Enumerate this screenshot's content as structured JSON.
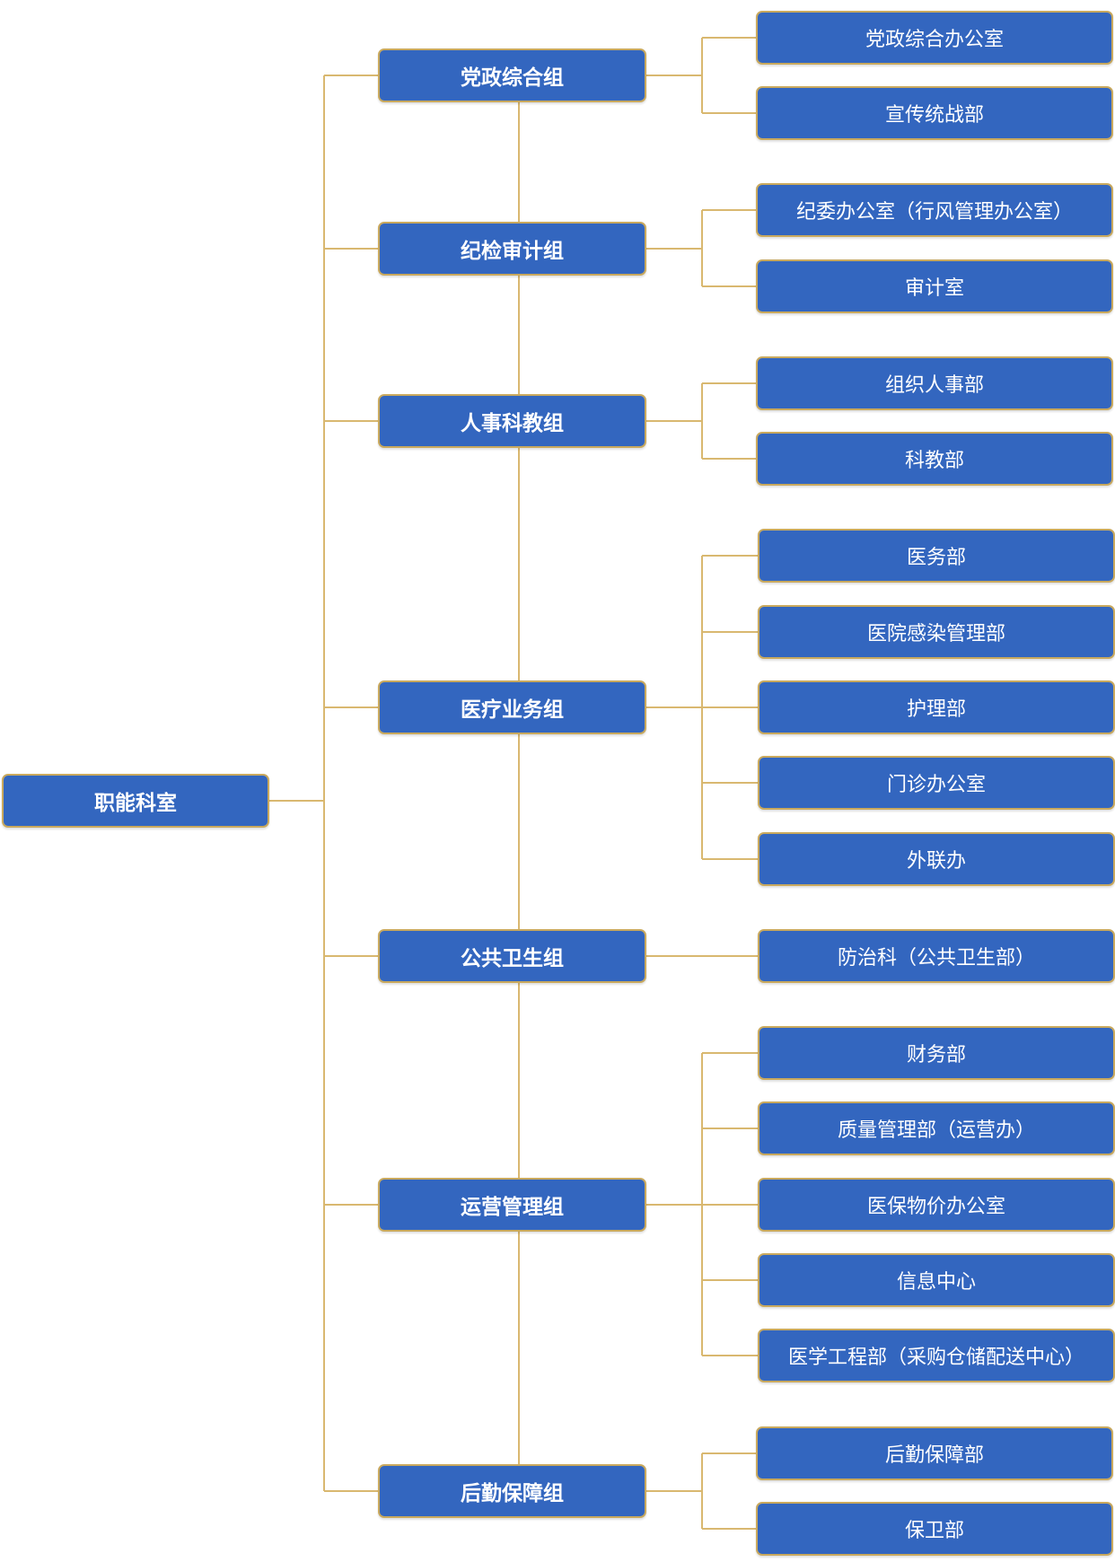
{
  "root": {
    "label": "职能科室"
  },
  "groups": [
    {
      "label": "党政综合组",
      "children": [
        "党政综合办公室",
        "宣传统战部"
      ]
    },
    {
      "label": "纪检审计组",
      "children": [
        "纪委办公室（行风管理办公室）",
        "审计室"
      ]
    },
    {
      "label": "人事科教组",
      "children": [
        "组织人事部",
        "科教部"
      ]
    },
    {
      "label": "医疗业务组",
      "children": [
        "医务部",
        "医院感染管理部",
        "护理部",
        "门诊办公室",
        "外联办"
      ]
    },
    {
      "label": "公共卫生组",
      "children": [
        "防治科（公共卫生部）"
      ]
    },
    {
      "label": "运营管理组",
      "children": [
        "财务部",
        "质量管理部（运营办）",
        "医保物价办公室",
        "信息中心",
        "医学工程部（采购仓储配送中心）"
      ]
    },
    {
      "label": "后勤保障组",
      "children": [
        "后勤保障部",
        "保卫部"
      ]
    }
  ],
  "colors": {
    "node_fill": "#3366bf",
    "node_border": "#c9a95e",
    "connector": "#d9b870",
    "text": "#ffffff"
  }
}
